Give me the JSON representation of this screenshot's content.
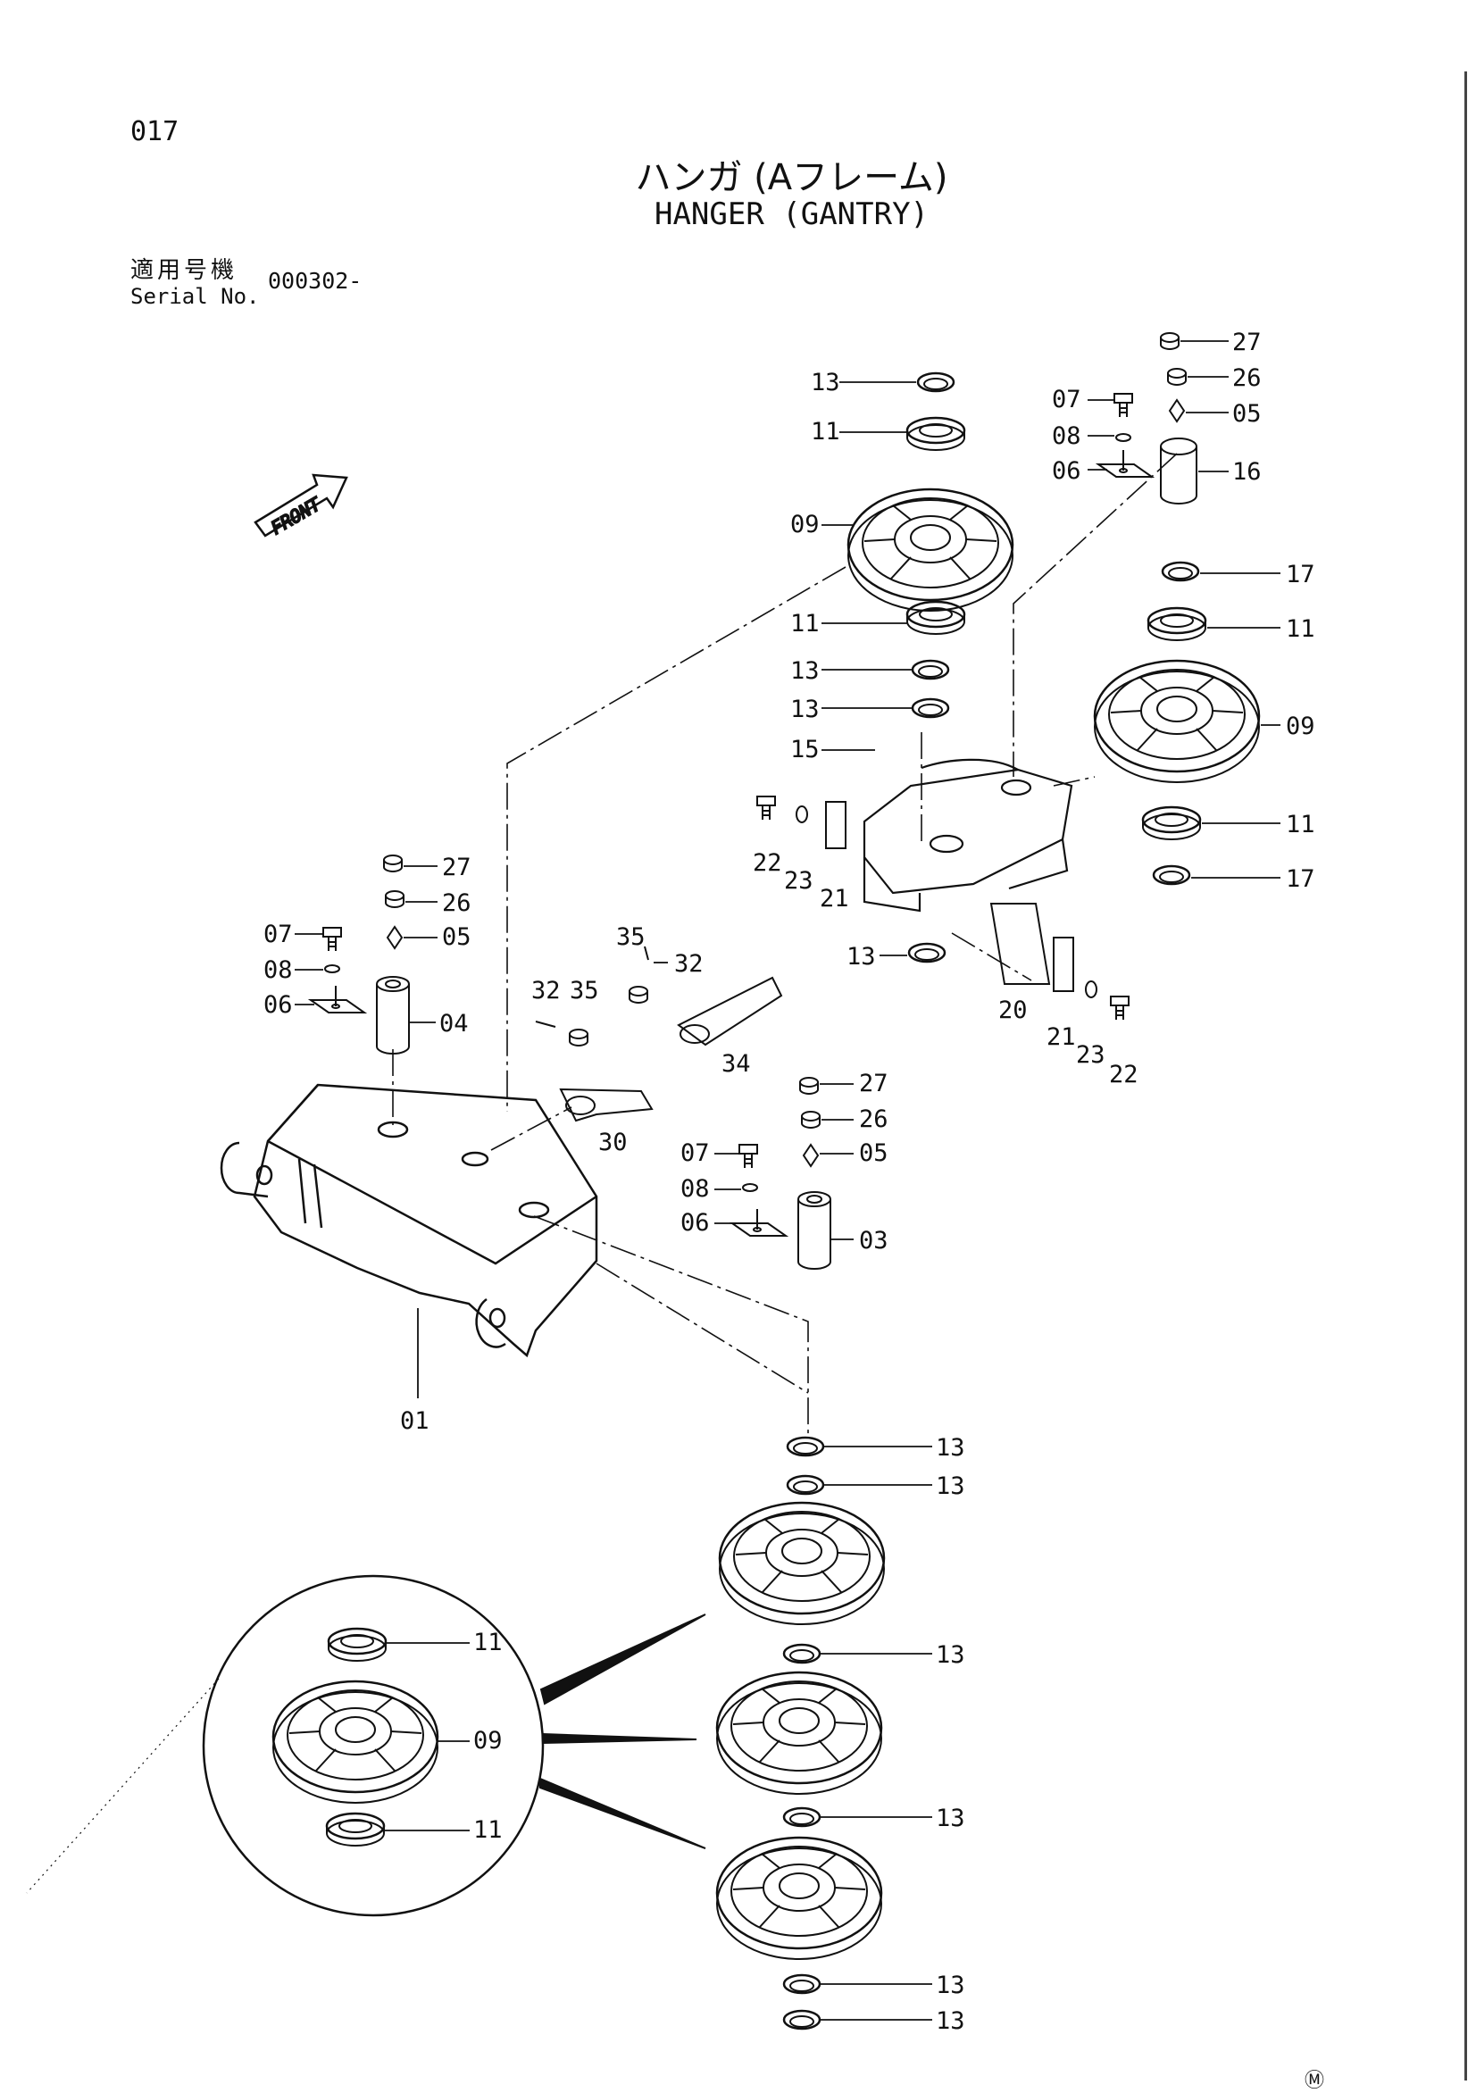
{
  "header": {
    "page_number": "017",
    "title_jp": "ハンガ (Aフレーム)",
    "title_en": "HANGER (GANTRY)",
    "applicable_label_jp": "適用号機",
    "applicable_label_en": "Serial No.",
    "serial_value": "000302-"
  },
  "direction_label": "FRONT",
  "footer_mark": "Ⓜ",
  "callouts": [
    {
      "id": "c1",
      "label": "13"
    },
    {
      "id": "c2",
      "label": "11"
    },
    {
      "id": "c3",
      "label": "09"
    },
    {
      "id": "c4",
      "label": "11"
    },
    {
      "id": "c5",
      "label": "13"
    },
    {
      "id": "c6",
      "label": "13"
    },
    {
      "id": "c7",
      "label": "15"
    },
    {
      "id": "c8",
      "label": "27"
    },
    {
      "id": "c9",
      "label": "26"
    },
    {
      "id": "c10",
      "label": "07"
    },
    {
      "id": "c11",
      "label": "05"
    },
    {
      "id": "c12",
      "label": "08"
    },
    {
      "id": "c13",
      "label": "06"
    },
    {
      "id": "c14",
      "label": "16"
    },
    {
      "id": "c15",
      "label": "17"
    },
    {
      "id": "c16",
      "label": "11"
    },
    {
      "id": "c17",
      "label": "09"
    },
    {
      "id": "c18",
      "label": "11"
    },
    {
      "id": "c19",
      "label": "17"
    },
    {
      "id": "c20",
      "label": "22"
    },
    {
      "id": "c21",
      "label": "23"
    },
    {
      "id": "c22",
      "label": "21"
    },
    {
      "id": "c23",
      "label": "13"
    },
    {
      "id": "c24",
      "label": "20"
    },
    {
      "id": "c25",
      "label": "21"
    },
    {
      "id": "c26",
      "label": "23"
    },
    {
      "id": "c27",
      "label": "22"
    },
    {
      "id": "c28",
      "label": "27"
    },
    {
      "id": "c29",
      "label": "26"
    },
    {
      "id": "c30",
      "label": "07"
    },
    {
      "id": "c31",
      "label": "05"
    },
    {
      "id": "c32",
      "label": "08"
    },
    {
      "id": "c33",
      "label": "06"
    },
    {
      "id": "c34",
      "label": "04"
    },
    {
      "id": "c35",
      "label": "35"
    },
    {
      "id": "c36",
      "label": "32"
    },
    {
      "id": "c37",
      "label": "32"
    },
    {
      "id": "c38",
      "label": "35"
    },
    {
      "id": "c39",
      "label": "34"
    },
    {
      "id": "c40",
      "label": "30"
    },
    {
      "id": "c41",
      "label": "27"
    },
    {
      "id": "c42",
      "label": "26"
    },
    {
      "id": "c43",
      "label": "07"
    },
    {
      "id": "c44",
      "label": "05"
    },
    {
      "id": "c45",
      "label": "08"
    },
    {
      "id": "c46",
      "label": "06"
    },
    {
      "id": "c47",
      "label": "03"
    },
    {
      "id": "c48",
      "label": "01"
    },
    {
      "id": "c49",
      "label": "13"
    },
    {
      "id": "c50",
      "label": "13"
    },
    {
      "id": "c51",
      "label": "13"
    },
    {
      "id": "c52",
      "label": "13"
    },
    {
      "id": "c53",
      "label": "13"
    },
    {
      "id": "c54",
      "label": "13"
    },
    {
      "id": "c55",
      "label": "11"
    },
    {
      "id": "c56",
      "label": "09"
    },
    {
      "id": "c57",
      "label": "11"
    }
  ]
}
